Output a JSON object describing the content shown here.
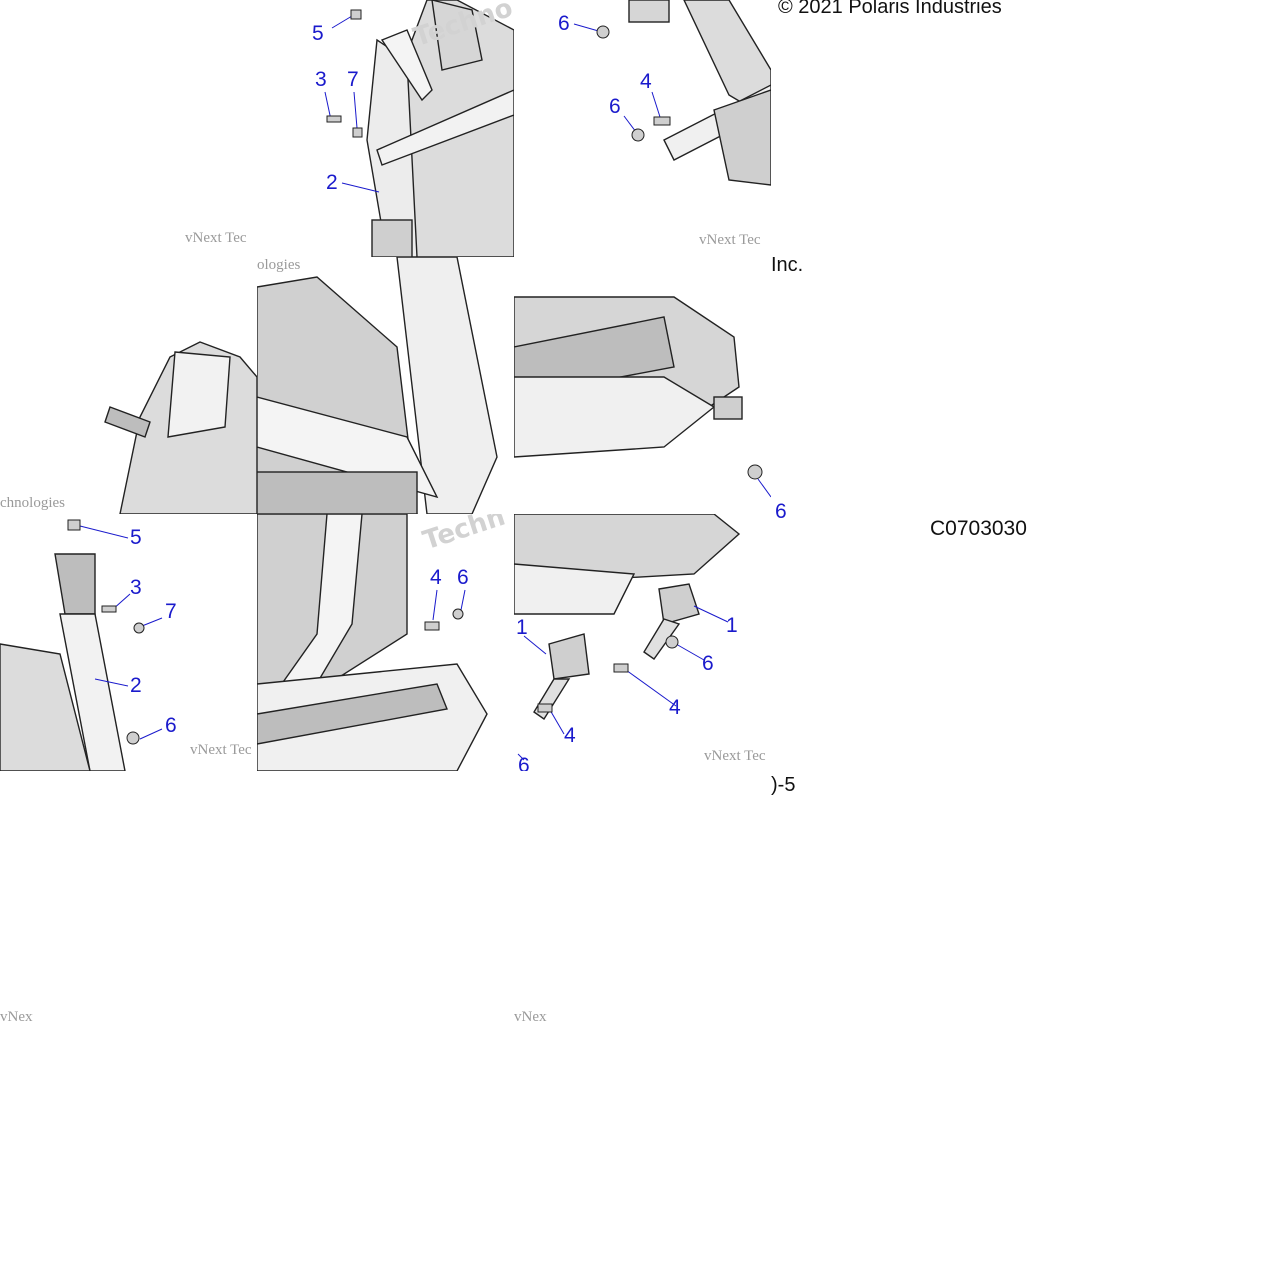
{
  "copyright": "© 2021 Polaris Industries",
  "diagram_code": "C0703030",
  "page_fragment": ")-5",
  "inc_fragment": "Inc.",
  "watermark_text": "vNext Tec",
  "watermark_text_b": "ologies",
  "watermark_text_c": "chnologies",
  "watermark_brand_a": "Techno",
  "watermark_brand_b": "vNext",
  "watermark_brand_c": "Techn",
  "callouts": {
    "t1": [
      "5",
      "3",
      "7",
      "2"
    ],
    "t2": [
      "6",
      "4",
      "6"
    ],
    "t3": [
      "5",
      "3",
      "7",
      "2",
      "6"
    ],
    "t4": [
      "4",
      "6"
    ],
    "t5": [
      "1",
      "1",
      "6",
      "4",
      "4",
      "6"
    ],
    "t6": [
      "6"
    ]
  },
  "colors": {
    "callout": "#1a1acc",
    "line": "#222222",
    "fill_light": "#e8e8e8",
    "fill_mid": "#cfcfcf",
    "fill_dark": "#9b9b9b"
  }
}
